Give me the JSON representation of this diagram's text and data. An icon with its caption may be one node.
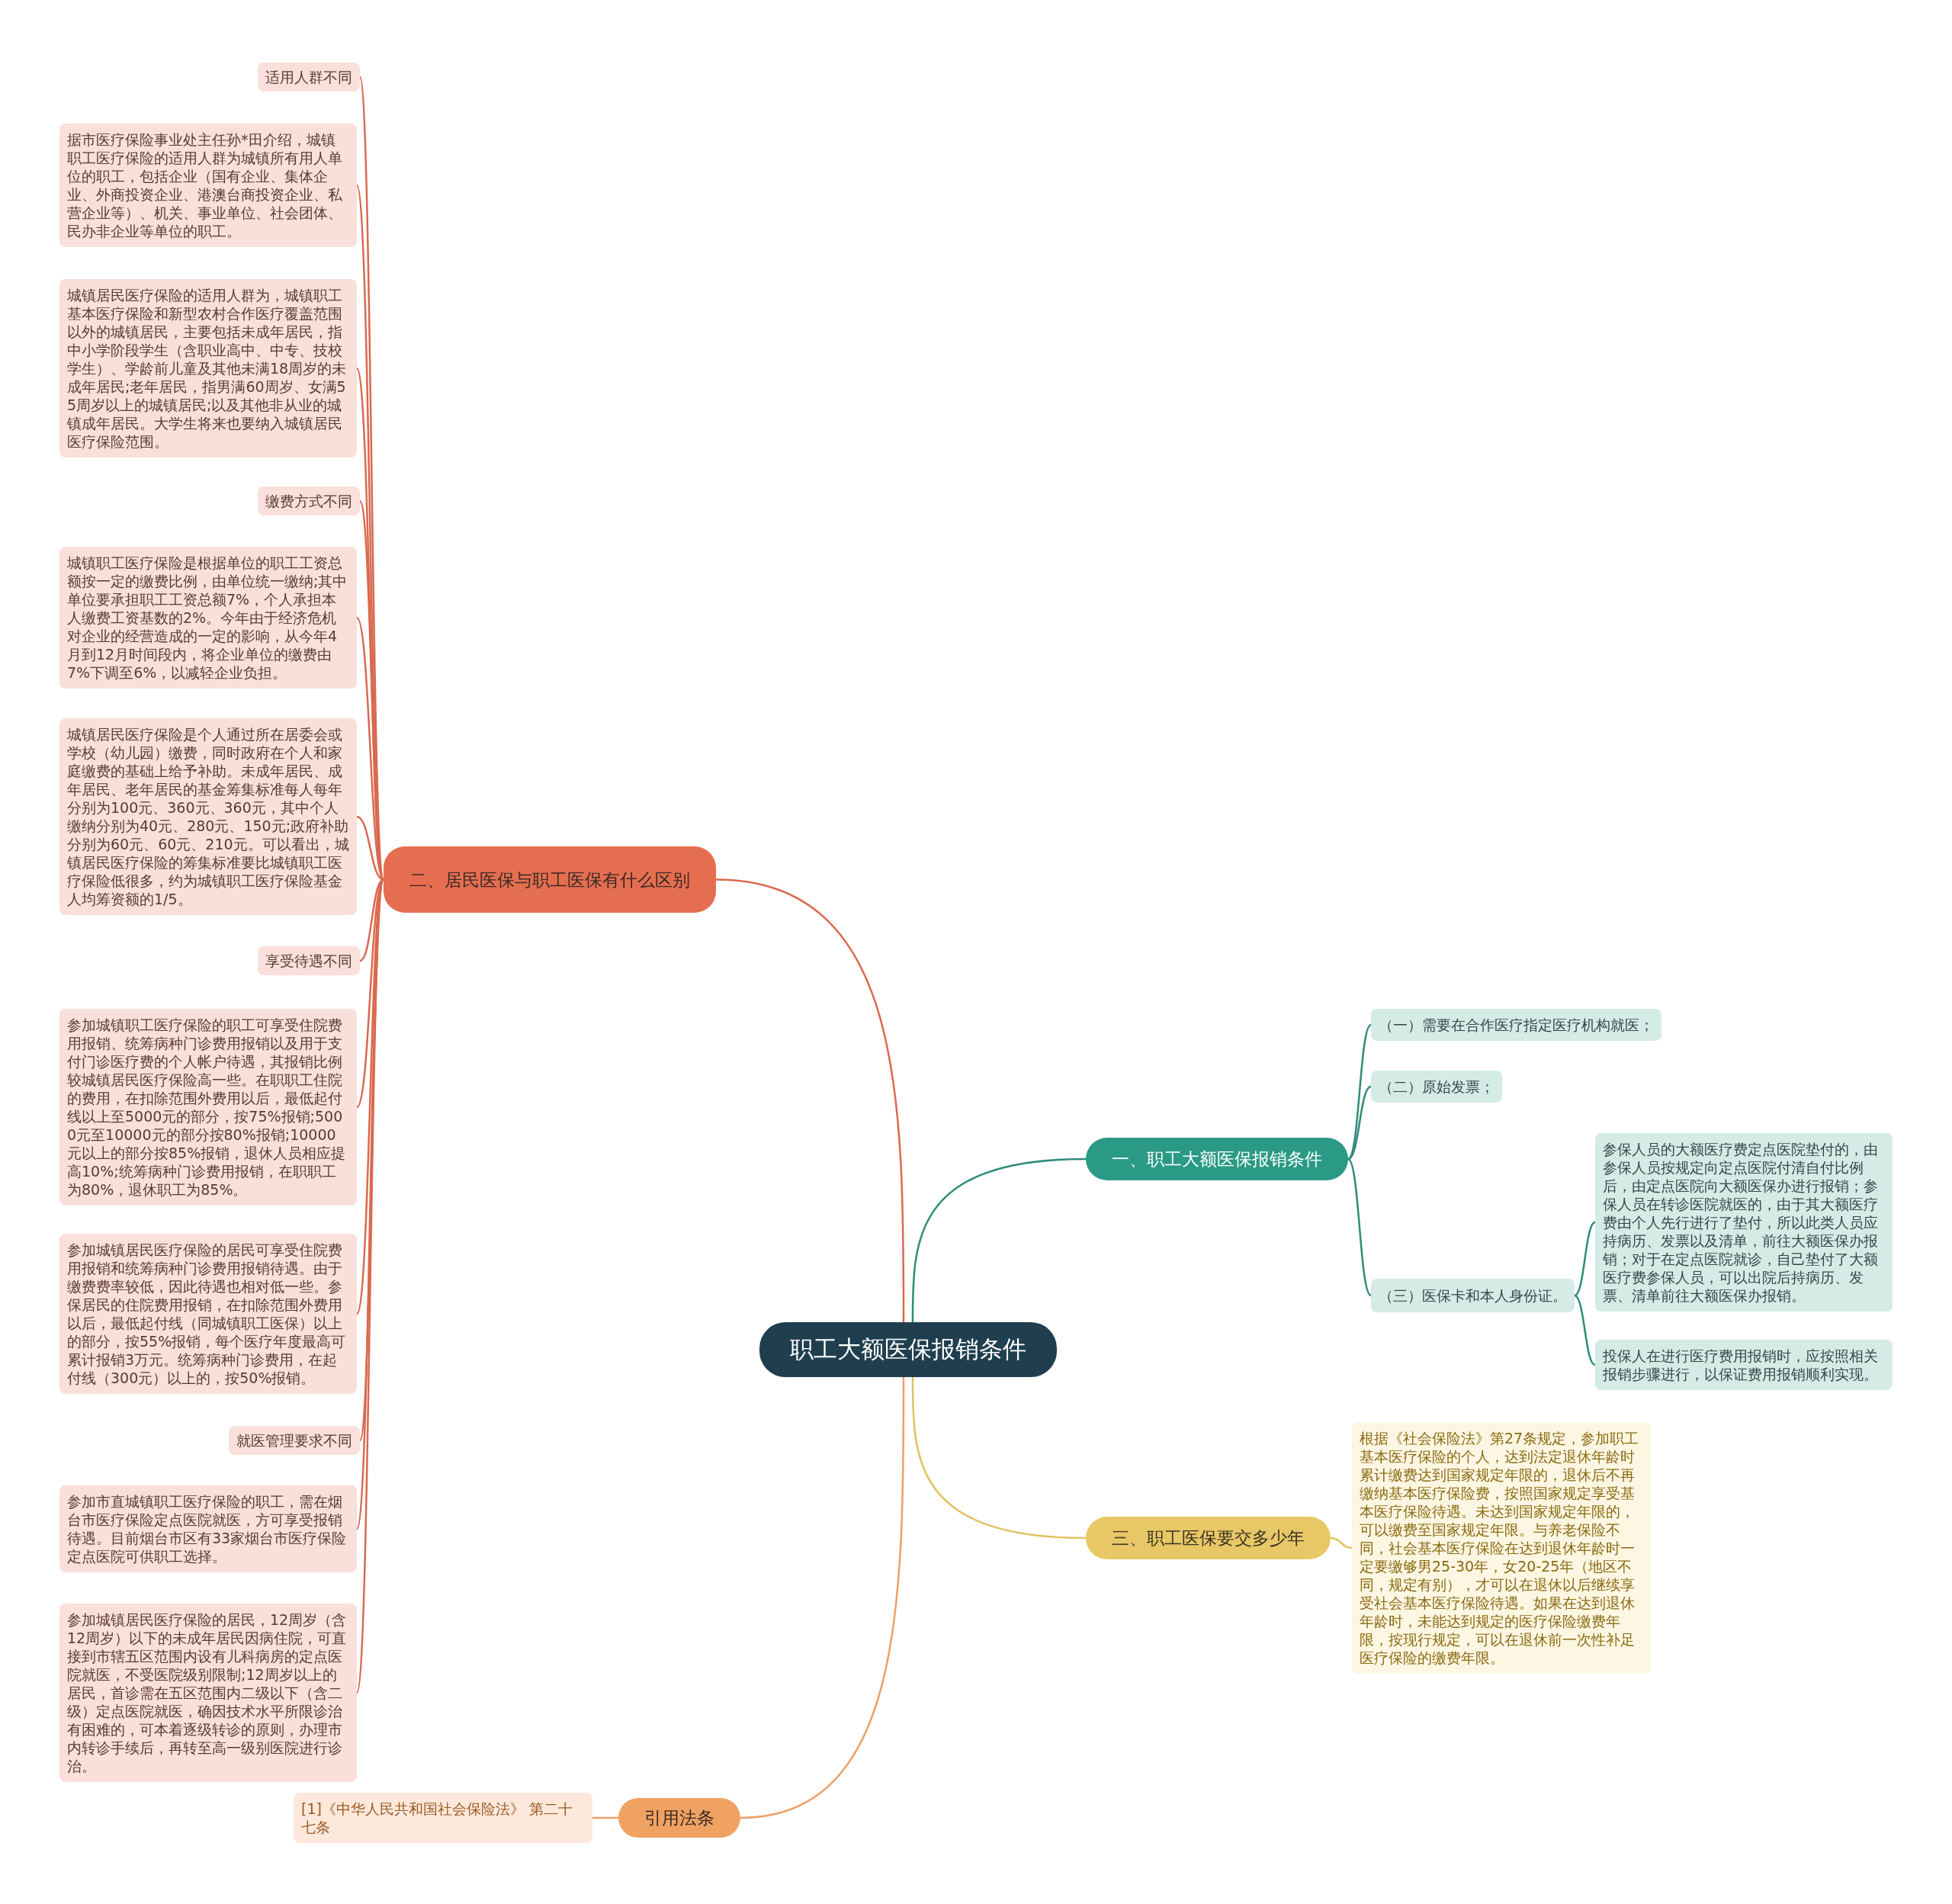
{
  "diagram": {
    "nodes": [
      {
        "text": [
          "职工大额医保报销条件"
        ]
      },
      {
        "text": [
          "一、职工大额医保报销条件"
        ]
      },
      {
        "text": [
          "（一）需要在合作医疗指定医疗机构就医；"
        ]
      },
      {
        "text": [
          "（二）原始发票；"
        ]
      },
      {
        "text": [
          "（三）医保卡和本人身份证。"
        ]
      },
      {
        "text": [
          "参保人员的大额医疗费定点医院垫付的，由参保人员按规定向定点医院付清自付比例后，由定点医院向大额医保办进行报销；参保人员在转诊医院就医的，由于其大额医疗费由个人先行进行了垫付，所以此类人员应持病历、发票以及清单，前往大额医保办报销；对于在定点医院就诊，自己垫付了大额医疗费参保人员，可以出院后持病历、发票、清单前往大额医保办报销。"
        ]
      },
      {
        "text": [
          "投保人在进行医疗费用报销时，应按照相关报销步骤进行，以保证费用报销顺利实现。"
        ]
      },
      {
        "text": [
          "二、居民医保与职工医保有什么区别"
        ]
      },
      {
        "text": [
          "适用人群不同"
        ]
      },
      {
        "text": [
          "据市医疗保险事业处主任孙*田介绍，城镇职工医疗保险的适用人群为城镇所有用人单位的职工，包括企业（国有企业、集体企业、外商投资企业、港澳台商投资企业、私营企业等）、机关、事业单位、社会团体、民办非企业等单位的职工。"
        ]
      },
      {
        "text": [
          "城镇居民医疗保险的适用人群为，城镇职工基本医疗保险和新型农村合作医疗覆盖范围以外的城镇居民，主要包括未成年居民，指中小学阶段学生（含职业高中、中专、技校学生）、学龄前儿童及其他未满18周岁的未成年居民;老年居民，指男满60周岁、女满55周岁以上的城镇居民;以及其他非从业的城镇成年居民。大学生将来也要纳入城镇居民医疗保险范围。"
        ]
      },
      {
        "text": [
          "缴费方式不同"
        ]
      },
      {
        "text": [
          "城镇职工医疗保险是根据单位的职工工资总额按一定的缴费比例，由单位统一缴纳;其中单位要承担职工工资总额7%，个人承担本人缴费工资基数的2%。今年由于经济危机对企业的经营造成的一定的影响，从今年4月到12月时间段内，将企业单位的缴费由7%下调至6%，以减轻企业负担。"
        ]
      },
      {
        "text": [
          "城镇居民医疗保险是个人通过所在居委会或学校（幼儿园）缴费，同时政府在个人和家庭缴费的基础上给予补助。未成年居民、成年居民、老年居民的基金筹集标准每人每年分别为100元、360元、360元，其中个人缴纳分别为40元、280元、150元;政府补助分别为60元、60元、210元。可以看出，城镇居民医疗保险的筹集标准要比城镇职工医疗保险低很多，约为城镇职工医疗保险基金人均筹资额的1/5。"
        ]
      },
      {
        "text": [
          "享受待遇不同"
        ]
      },
      {
        "text": [
          "参加城镇职工医疗保险的职工可享受住院费用报销、统筹病种门诊费用报销以及用于支付门诊医疗费的个人帐户待遇，其报销比例较城镇居民医疗保险高一些。在职职工住院的费用，在扣除范围外费用以后，最低起付线以上至5000元的部分，按75%报销;5000元至10000元的部分按80%报销;10000元以上的部分按85%报销，退休人员相应提高10%;统筹病种门诊费用报销，在职职工为80%，退休职工为85%。"
        ]
      },
      {
        "text": [
          "参加城镇居民医疗保险的居民可享受住院费用报销和统筹病种门诊费用报销待遇。由于缴费费率较低，因此待遇也相对低一些。参保居民的住院费用报销，在扣除范围外费用以后，最低起付线（同城镇职工医保）以上的部分，按55%报销，每个医疗年度最高可累计报销3万元。统筹病种门诊费用，在起付线（300元）以上的，按50%报销。"
        ]
      },
      {
        "text": [
          "就医管理要求不同"
        ]
      },
      {
        "text": [
          "参加市直城镇职工医疗保险的职工，需在烟台市医疗保险定点医院就医，方可享受报销待遇。目前烟台市区有33家烟台市医疗保险定点医院可供职工选择。"
        ]
      },
      {
        "text": [
          "参加城镇居民医疗保险的居民，12周岁（含12周岁）以下的未成年居民因病住院，可直接到市辖五区范围内设有儿科病房的定点医院就医，不受医院级别限制;12周岁以上的居民，首诊需在五区范围内二级以下（含二级）定点医院就医，确因技术水平所限诊治有困难的，可本着逐级转诊的原则，办理市内转诊手续后，再转至高一级别医院进行诊治。"
        ]
      },
      {
        "text": [
          "三、职工医保要交多少年"
        ]
      },
      {
        "text": [
          "根据《社会保险法》第27条规定，参加职工基本医疗保险的个人，达到法定退休年龄时累计缴费达到国家规定年限的，退休后不再缴纳基本医疗保险费，按照国家规定享受基本医疗保险待遇。未达到国家规定年限的，可以缴费至国家规定年限。与养老保险不同，社会基本医疗保险在达到退休年龄时一定要缴够男25-30年，女20-25年（地区不同，规定有别），才可以在退休以后继续享受社会基本医疗保险待遇。如果在达到退休年龄时，未能达到规定的医疗保险缴费年限，按现行规定，可以在退休前一次性补足医疗保险的缴费年限。"
        ]
      },
      {
        "text": [
          "引用法条"
        ]
      },
      {
        "text": [
          "[1]《中华人民共和国社会保险法》 第二十七条"
        ]
      }
    ],
    "edges": [
      {
        "from": 0,
        "to": 1,
        "arrow": "none",
        "color": "#2e8b7a"
      },
      {
        "from": 1,
        "to": 2,
        "arrow": "none",
        "color": "#2e8b7a"
      },
      {
        "from": 1,
        "to": 3,
        "arrow": "none",
        "color": "#2e8b7a"
      },
      {
        "from": 1,
        "to": 4,
        "arrow": "none",
        "color": "#2e8b7a"
      },
      {
        "from": 4,
        "to": 5,
        "arrow": "none",
        "color": "#2e8b7a"
      },
      {
        "from": 4,
        "to": 6,
        "arrow": "none",
        "color": "#2e8b7a"
      },
      {
        "from": 0,
        "to": 7,
        "arrow": "none"
      },
      {
        "from": 7,
        "to": 8,
        "arrow": "none"
      },
      {
        "from": 7,
        "to": 9,
        "arrow": "none"
      },
      {
        "from": 7,
        "to": 10,
        "arrow": "none"
      },
      {
        "from": 7,
        "to": 11,
        "arrow": "none"
      },
      {
        "from": 7,
        "to": 12,
        "arrow": "none"
      },
      {
        "from": 7,
        "to": 13,
        "arrow": "none"
      },
      {
        "from": 7,
        "to": 14,
        "arrow": "none"
      },
      {
        "from": 7,
        "to": 15,
        "arrow": "none"
      },
      {
        "from": 7,
        "to": 16,
        "arrow": "none"
      },
      {
        "from": 7,
        "to": 17,
        "arrow": "none"
      },
      {
        "from": 7,
        "to": 18,
        "arrow": "none"
      },
      {
        "from": 7,
        "to": 19,
        "arrow": "none"
      },
      {
        "from": 0,
        "to": 20,
        "arrow": "none",
        "color": "#e3c15e"
      },
      {
        "from": 20,
        "to": 21,
        "arrow": "none",
        "color": "#e3c15e"
      },
      {
        "from": 0,
        "to": 22,
        "arrow": "none",
        "color": "#eda066"
      },
      {
        "from": 22,
        "to": 23,
        "arrow": "none",
        "color": "#eda066"
      }
    ]
  }
}
